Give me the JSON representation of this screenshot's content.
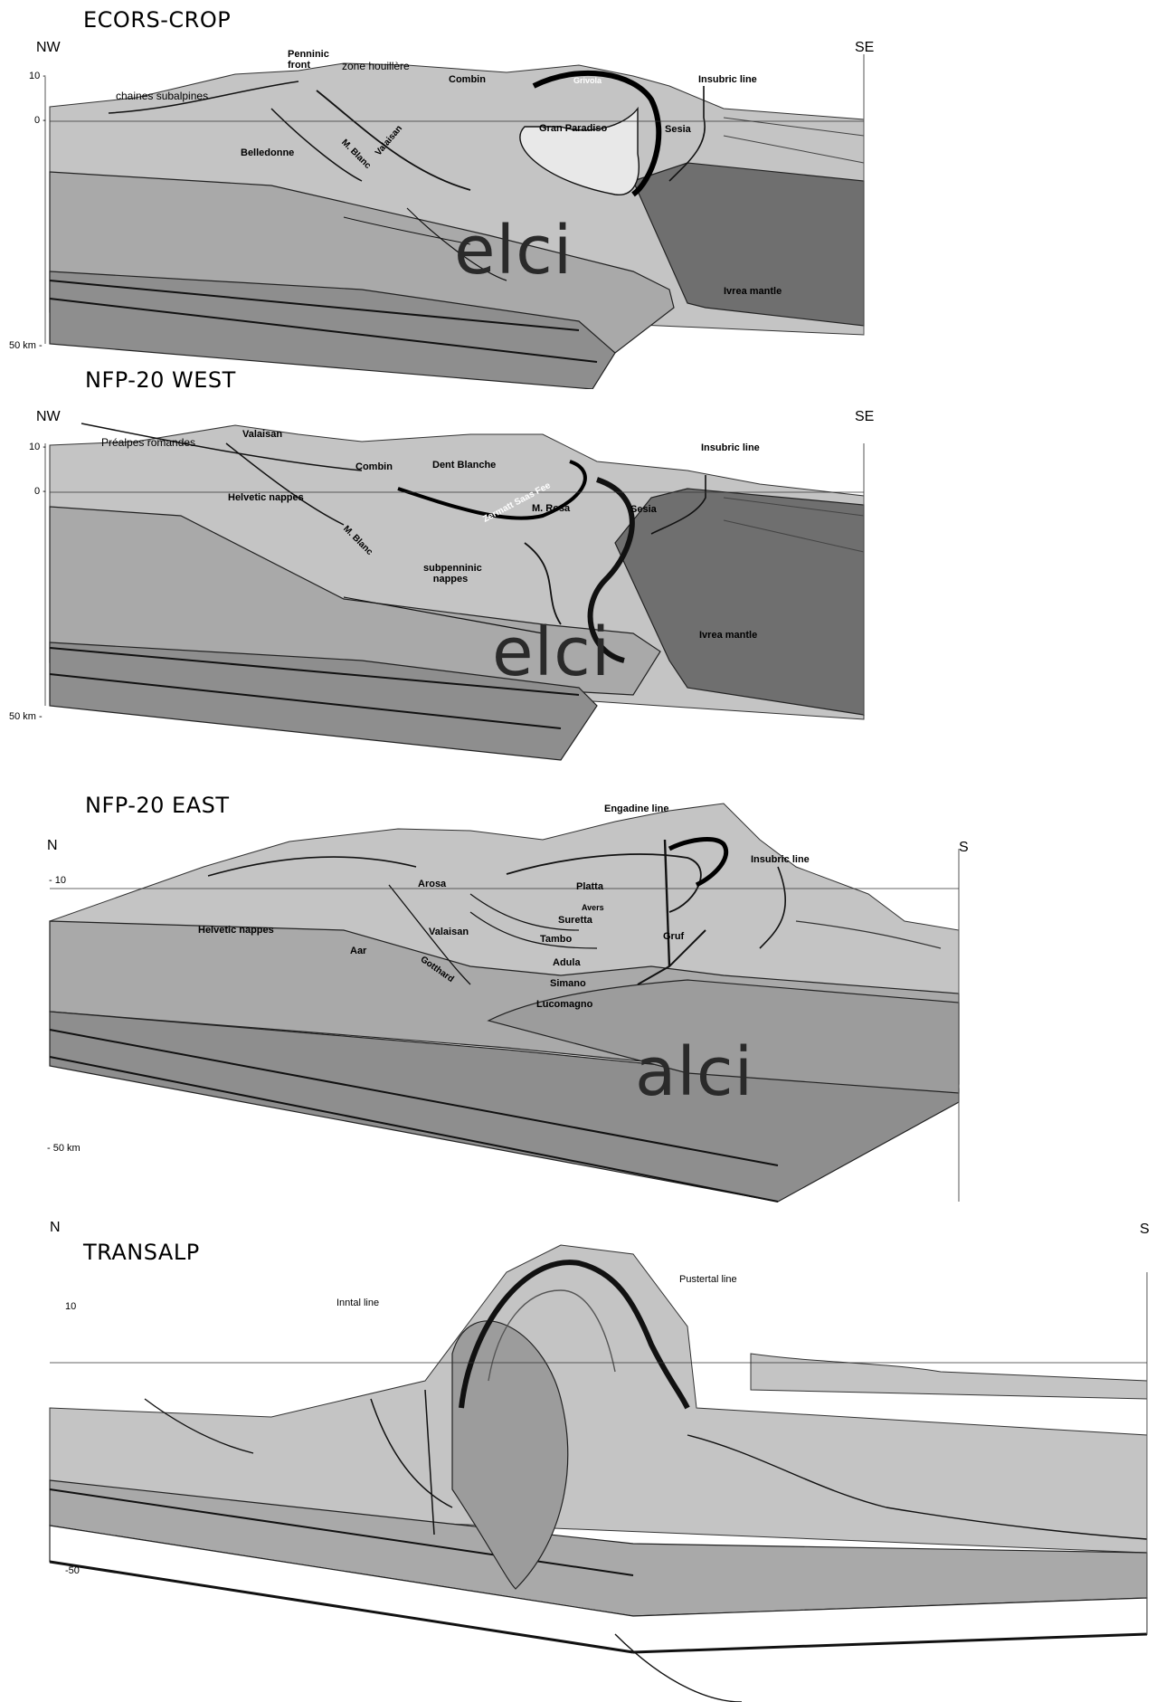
{
  "sections": [
    {
      "title": "ECORS-CROP",
      "dir_left": "NW",
      "dir_right": "SE",
      "ticks": [
        "10 -",
        "0 -",
        "50 km -"
      ],
      "big_label": "elci",
      "labels": [
        "Penninic front",
        "zone houillère",
        "Combin",
        "Grivola",
        "Insubric line",
        "chaines subalpines",
        "Belledonne",
        "Valaisan",
        "M. Blanc",
        "Gran Paradiso",
        "Sesia",
        "Ivrea mantle"
      ]
    },
    {
      "title": "NFP-20 WEST",
      "dir_left": "NW",
      "dir_right": "SE",
      "ticks": [
        "10 -",
        "0 -",
        "50 km -"
      ],
      "big_label": "elci",
      "labels": [
        "Préalpes romandes",
        "Valaisan",
        "Combin",
        "Dent Blanche",
        "Insubric line",
        "Helvetic nappes",
        "Zermatt Saas Fee",
        "M. Rosa",
        "Sesia",
        "M. Blanc",
        "subpenninic nappes",
        "Ivrea mantle"
      ]
    },
    {
      "title": "NFP-20 EAST",
      "dir_left": "N",
      "dir_right": "S",
      "ticks": [
        "- 10",
        "- 50 km"
      ],
      "big_label": "alci",
      "labels": [
        "Engadine line",
        "Insubric line",
        "Arosa",
        "Platta",
        "Avers",
        "Suretta",
        "Helvetic nappes",
        "Valaisan",
        "Tambo",
        "Gruf",
        "Aar",
        "Adula",
        "Gotthard",
        "Simano",
        "Lucomagno"
      ]
    },
    {
      "title": "TRANSALP",
      "dir_left": "N",
      "dir_right": "S",
      "ticks": [
        "10",
        "-50"
      ],
      "labels": [
        "Inntal line",
        "Pustertal line"
      ]
    }
  ]
}
